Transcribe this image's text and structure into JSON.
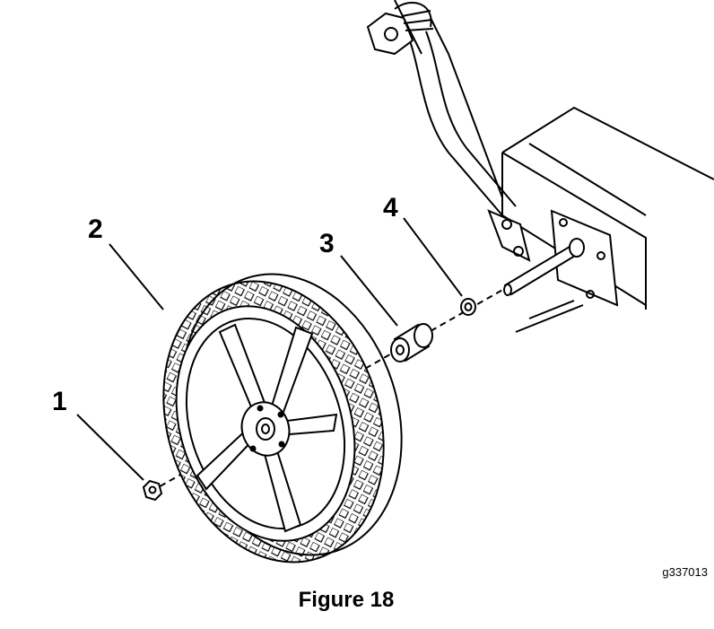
{
  "figure": {
    "callouts": {
      "nut": "1",
      "wheel": "2",
      "spacer": "3",
      "washer": "4"
    },
    "image_code": "g337013",
    "caption": "Figure 18"
  }
}
